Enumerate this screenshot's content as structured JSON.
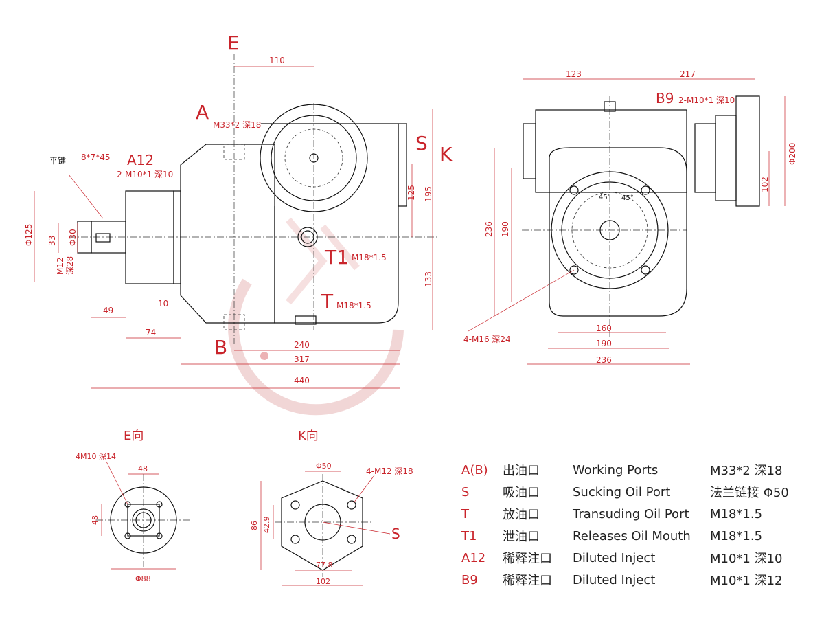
{
  "main_view": {
    "labels": {
      "E": "E",
      "A": "A",
      "A_spec": "M33*2 深18",
      "A12": "A12",
      "A12_spec": "2-M10*1 深10",
      "key_cn": "平键",
      "key_spec": "8*7*45",
      "S": "S",
      "K": "K",
      "T1": "T1",
      "T1_spec": "M18*1.5",
      "T": "T",
      "T_spec": "M18*1.5",
      "B": "B"
    },
    "dims": {
      "d110": "110",
      "d125": "125",
      "d195": "195",
      "d133": "133",
      "d240": "240",
      "d317": "317",
      "d440": "440",
      "d49": "49",
      "d10": "10",
      "d74": "74",
      "phi125": "Φ125",
      "d33": "33",
      "phi30": "Φ30",
      "m12": "M12",
      "deep28": "深28"
    }
  },
  "side_view": {
    "labels": {
      "B9": "B9",
      "B9_spec": "2-M10*1 深10",
      "holes": "4-M16 深24",
      "a45_1": "45°",
      "a45_2": "45°"
    },
    "dims": {
      "d123": "123",
      "d217": "217",
      "phi200": "Φ200",
      "d102": "102",
      "d236v": "236",
      "d190v": "190",
      "d160": "160",
      "d190": "190",
      "d236": "236"
    }
  },
  "e_view": {
    "title": "E向",
    "holes": "4M10 深14",
    "d48h": "48",
    "d48v": "48",
    "phi88": "Φ88"
  },
  "k_view": {
    "title": "K向",
    "phi50": "Φ50",
    "holes": "4-M12 深18",
    "d86": "86",
    "d429": "42.9",
    "d778": "77.8",
    "d102": "102",
    "S": "S"
  },
  "legend": [
    {
      "code": "A(B)",
      "cn": "出油口",
      "en": "Working Ports",
      "spec": "M33*2  深18"
    },
    {
      "code": "S",
      "cn": "吸油口",
      "en": "Sucking Oil Port",
      "spec": "法兰链接 Φ50"
    },
    {
      "code": "T",
      "cn": "放油口",
      "en": "Transuding Oil Port",
      "spec": "M18*1.5"
    },
    {
      "code": "T1",
      "cn": "泄油口",
      "en": "Releases Oil Mouth",
      "spec": "M18*1.5"
    },
    {
      "code": "A12",
      "cn": "稀释注口",
      "en": "Diluted Inject",
      "spec": "M10*1  深10"
    },
    {
      "code": "B9",
      "cn": "稀释注口",
      "en": "Diluted Inject",
      "spec": "M10*1  深12"
    }
  ],
  "colors": {
    "accent": "#c9242b",
    "line": "#111111",
    "watermark": "#f2c9c9"
  }
}
